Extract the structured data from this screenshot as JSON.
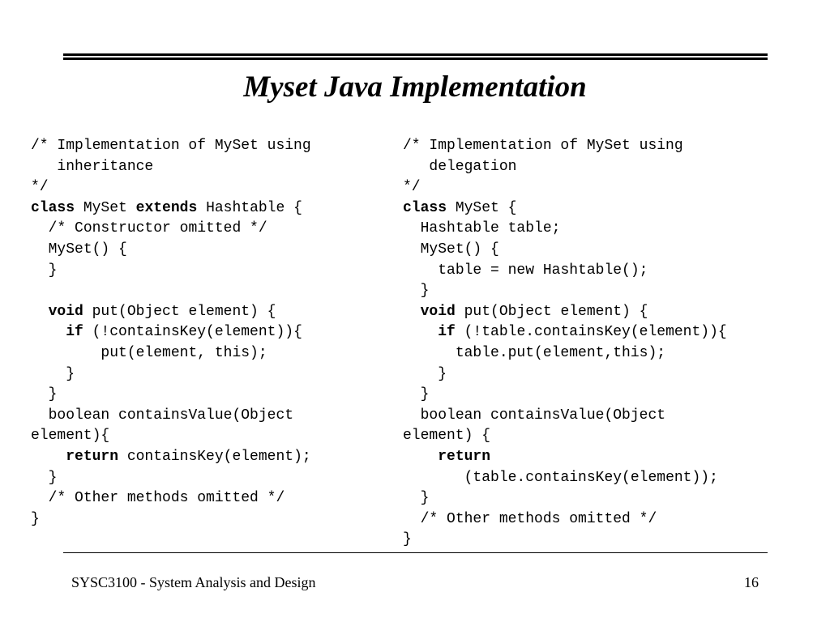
{
  "slide": {
    "title": "Myset Java Implementation",
    "footer_left": "SYSC3100 - System Analysis and Design",
    "page_number": "16"
  },
  "left_code": [
    {
      "i": 0,
      "t": [
        [
          "n",
          "/* Implementation of MySet using"
        ]
      ]
    },
    {
      "i": 3,
      "t": [
        [
          "n",
          "inheritance"
        ]
      ]
    },
    {
      "i": 0,
      "t": [
        [
          "n",
          "*/"
        ]
      ]
    },
    {
      "i": 0,
      "t": [
        [
          "k",
          "class"
        ],
        [
          "n",
          " MySet "
        ],
        [
          "k",
          "extends"
        ],
        [
          "n",
          " Hashtable {"
        ]
      ]
    },
    {
      "i": 2,
      "t": [
        [
          "n",
          "/* Constructor omitted */"
        ]
      ]
    },
    {
      "i": 2,
      "t": [
        [
          "n",
          "MySet() {"
        ]
      ]
    },
    {
      "i": 2,
      "t": [
        [
          "n",
          "}"
        ]
      ]
    },
    {
      "i": 0,
      "t": []
    },
    {
      "i": 2,
      "t": [
        [
          "k",
          "void"
        ],
        [
          "n",
          " put(Object element) {"
        ]
      ]
    },
    {
      "i": 4,
      "t": [
        [
          "k",
          "if"
        ],
        [
          "n",
          " (!containsKey(element)){"
        ]
      ]
    },
    {
      "i": 8,
      "t": [
        [
          "n",
          "put(element, this);"
        ]
      ]
    },
    {
      "i": 4,
      "t": [
        [
          "n",
          "}"
        ]
      ]
    },
    {
      "i": 2,
      "t": [
        [
          "n",
          "}"
        ]
      ]
    },
    {
      "i": 2,
      "t": [
        [
          "n",
          "boolean containsValue(Object"
        ]
      ]
    },
    {
      "i": 0,
      "t": [
        [
          "n",
          "element){"
        ]
      ]
    },
    {
      "i": 4,
      "t": [
        [
          "k",
          "return"
        ],
        [
          "n",
          " containsKey(element);"
        ]
      ]
    },
    {
      "i": 2,
      "t": [
        [
          "n",
          "}"
        ]
      ]
    },
    {
      "i": 2,
      "t": [
        [
          "n",
          "/* Other methods omitted */"
        ]
      ]
    },
    {
      "i": 0,
      "t": [
        [
          "n",
          "}"
        ]
      ]
    }
  ],
  "right_code": [
    {
      "i": 0,
      "t": [
        [
          "n",
          "/* Implementation of MySet using"
        ]
      ]
    },
    {
      "i": 3,
      "t": [
        [
          "n",
          "delegation"
        ]
      ]
    },
    {
      "i": 0,
      "t": [
        [
          "n",
          "*/"
        ]
      ]
    },
    {
      "i": 0,
      "t": [
        [
          "k",
          "class"
        ],
        [
          "n",
          " MySet {"
        ]
      ]
    },
    {
      "i": 2,
      "t": [
        [
          "n",
          "Hashtable table;"
        ]
      ]
    },
    {
      "i": 2,
      "t": [
        [
          "n",
          "MySet() {"
        ]
      ]
    },
    {
      "i": 4,
      "t": [
        [
          "n",
          "table = new Hashtable();"
        ]
      ]
    },
    {
      "i": 2,
      "t": [
        [
          "n",
          "}"
        ]
      ]
    },
    {
      "i": 2,
      "t": [
        [
          "k",
          "void"
        ],
        [
          "n",
          " put(Object element) {"
        ]
      ]
    },
    {
      "i": 4,
      "t": [
        [
          "k",
          "if"
        ],
        [
          "n",
          " (!table.containsKey(element)){"
        ]
      ]
    },
    {
      "i": 6,
      "t": [
        [
          "n",
          "table.put(element,this);"
        ]
      ]
    },
    {
      "i": 4,
      "t": [
        [
          "n",
          "}"
        ]
      ]
    },
    {
      "i": 2,
      "t": [
        [
          "n",
          "}"
        ]
      ]
    },
    {
      "i": 2,
      "t": [
        [
          "n",
          "boolean containsValue(Object"
        ]
      ]
    },
    {
      "i": 0,
      "t": [
        [
          "n",
          "element) {"
        ]
      ]
    },
    {
      "i": 4,
      "t": [
        [
          "k",
          "return"
        ]
      ]
    },
    {
      "i": 7,
      "t": [
        [
          "n",
          "(table.containsKey(element));"
        ]
      ]
    },
    {
      "i": 2,
      "t": [
        [
          "n",
          "}"
        ]
      ]
    },
    {
      "i": 2,
      "t": [
        [
          "n",
          "/* Other methods omitted */"
        ]
      ]
    },
    {
      "i": 0,
      "t": [
        [
          "n",
          "}"
        ]
      ]
    }
  ]
}
